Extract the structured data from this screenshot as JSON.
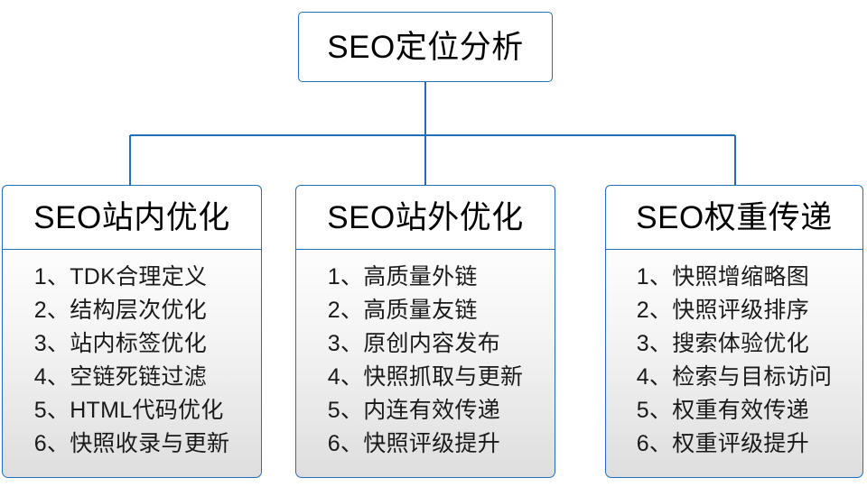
{
  "diagram": {
    "type": "org-tree",
    "colors": {
      "border": "#1f6fc0",
      "header_background": "#ffffff",
      "body_gradient_top": "#fdfdfd",
      "body_gradient_bottom": "#dedede",
      "text": "#000000"
    },
    "root": {
      "label": "SEO定位分析"
    },
    "branches": [
      {
        "header": "SEO站内优化",
        "items": [
          "1、TDK合理定义",
          "2、结构层次优化",
          "3、站内标签优化",
          "4、空链死链过滤",
          "5、HTML代码优化",
          "6、快照收录与更新"
        ]
      },
      {
        "header": "SEO站外优化",
        "items": [
          "1、高质量外链",
          "2、高质量友链",
          "3、原创内容发布",
          "4、快照抓取与更新",
          "5、内连有效传递",
          "6、快照评级提升"
        ]
      },
      {
        "header": "SEO权重传递",
        "items": [
          "1、快照增缩略图",
          "2、快照评级排序",
          "3、搜索体验优化",
          "4、检索与目标访问",
          "5、权重有效传递",
          "6、权重评级提升"
        ]
      }
    ]
  }
}
